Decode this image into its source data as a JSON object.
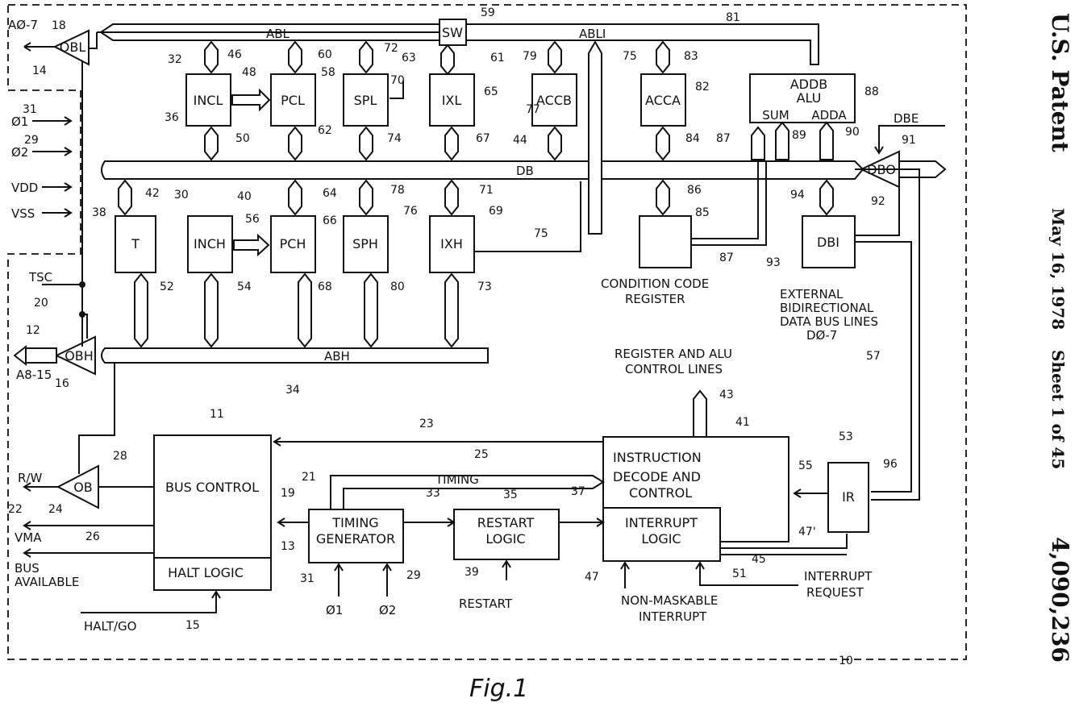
{
  "blocks": {
    "obl": "OBL",
    "obh": "OBH",
    "ob": "OB",
    "dbo": "DBO",
    "dbi": "DBI",
    "sw": "SW",
    "incl": "INCL",
    "pcl": "PCL",
    "spl": "SPL",
    "ixl": "IXL",
    "accb": "ACCB",
    "acca": "ACCA",
    "alu_line1": "ADDB",
    "alu_line2": "ALU",
    "alu_sum": "SUM",
    "alu_adda": "ADDA",
    "t": "T",
    "inch": "INCH",
    "pch": "PCH",
    "sph": "SPH",
    "ixh": "IXH",
    "ir": "IR",
    "bus_control": "BUS CONTROL",
    "halt_logic": "HALT LOGIC",
    "timing_gen_1": "TIMING",
    "timing_gen_2": "GENERATOR",
    "restart_logic_1": "RESTART",
    "restart_logic_2": "LOGIC",
    "decode_1": "INSTRUCTION",
    "decode_2": "DECODE AND",
    "decode_3": "CONTROL",
    "interrupt_1": "INTERRUPT",
    "interrupt_2": "LOGIC"
  },
  "buses": {
    "abl": "ABL",
    "abli": "ABLI",
    "db": "DB",
    "abh": "ABH",
    "timing": "TIMING"
  },
  "signals": {
    "a0_7": "AØ-7",
    "a8_15": "A8-15",
    "phi1": "Ø1",
    "phi2": "Ø2",
    "vdd": "VDD",
    "vss": "VSS",
    "tsc": "TSC",
    "rw": "R/W",
    "vma": "VMA",
    "bus_avail_1": "BUS",
    "bus_avail_2": "AVAILABLE",
    "halt_go": "HALT/GO",
    "dbe": "DBE",
    "restart": "RESTART",
    "nmi_1": "NON-MASKABLE",
    "nmi_2": "INTERRUPT",
    "irq_1": "INTERRUPT",
    "irq_2": "REQUEST",
    "ccr_1": "CONDITION CODE",
    "ccr_2": "REGISTER",
    "ext_1": "EXTERNAL",
    "ext_2": "BIDIRECTIONAL",
    "ext_3": "DATA BUS LINES",
    "ext_4": "DØ-7",
    "ctrl_1": "REGISTER AND ALU",
    "ctrl_2": "CONTROL LINES",
    "tim_phi1": "Ø1",
    "tim_phi2": "Ø2"
  },
  "refs": [
    "18",
    "14",
    "31",
    "29",
    "32",
    "46",
    "48",
    "60",
    "58",
    "72",
    "70",
    "59",
    "63",
    "61",
    "65",
    "79",
    "77",
    "75",
    "83",
    "82",
    "88",
    "81",
    "36",
    "50",
    "62",
    "74",
    "67",
    "44",
    "84",
    "87",
    "89",
    "90",
    "91",
    "42",
    "40",
    "56",
    "64",
    "66",
    "78",
    "76",
    "71",
    "69",
    "75",
    "86",
    "85",
    "94",
    "92",
    "93",
    "87",
    "30",
    "38",
    "20",
    "12",
    "16",
    "52",
    "54",
    "68",
    "80",
    "73",
    "57",
    "34",
    "11",
    "23",
    "25",
    "41",
    "43",
    "53",
    "28",
    "21",
    "19",
    "33",
    "35",
    "37",
    "55",
    "96",
    "47'",
    "22",
    "24",
    "26",
    "13",
    "45",
    "31",
    "29",
    "39",
    "47",
    "51",
    "15",
    "10"
  ],
  "title": {
    "patent": "U.S. Patent",
    "date": "May 16, 1978",
    "sheet": "Sheet 1 of 45",
    "number": "4,090,236",
    "figure": "Fig.1"
  }
}
